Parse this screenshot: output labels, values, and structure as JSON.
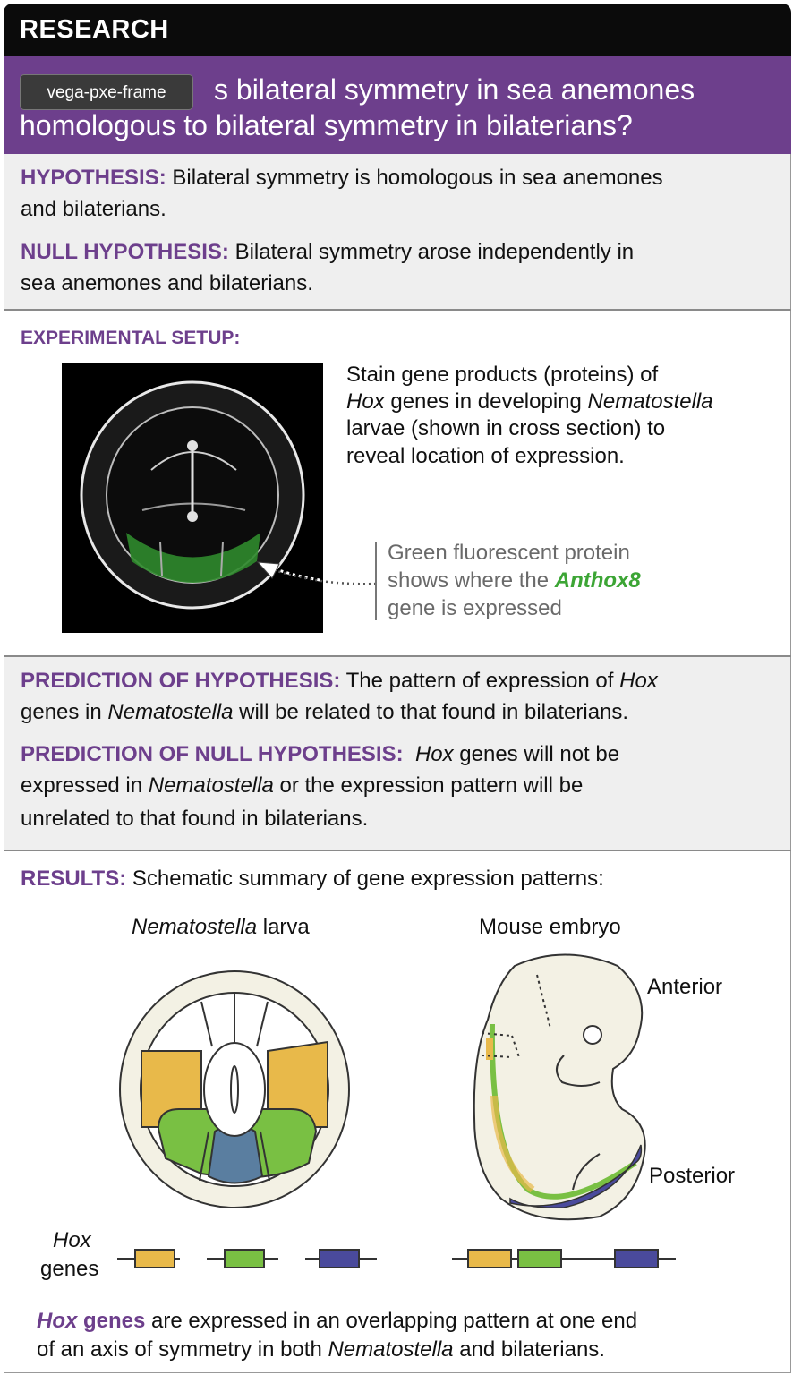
{
  "header": {
    "label": "RESEARCH",
    "frame_tag": "vega-pxe-frame",
    "title_line1": "s bilateral symmetry in sea anemones",
    "title_line2": "homologous to bilateral symmetry in bilaterians?"
  },
  "hypothesis": {
    "label": "HYPOTHESIS:",
    "text_line1": " Bilateral symmetry is homologous in sea anemones",
    "text_line2": "and bilaterians.",
    "null_label": "NULL HYPOTHESIS:",
    "null_line1": " Bilateral symmetry arose independently in",
    "null_line2": "sea anemones and bilaterians."
  },
  "setup": {
    "label": "EXPERIMENTAL SETUP:",
    "line1": "Stain gene products (proteins) of",
    "line2_pre": "Hox",
    "line2_mid": " genes in developing ",
    "line2_em": "Nematostella",
    "line3": "larvae (shown in cross section) to",
    "line4": "reveal location of expression.",
    "caption_line1": "Green fluorescent protein",
    "caption_line2_pre": "shows where the ",
    "caption_gene": "Anthox8",
    "caption_line3": "gene is expressed"
  },
  "prediction": {
    "label": "PREDICTION OF HYPOTHESIS:",
    "line1_a": " The pattern of expression of ",
    "line1_em": "Hox",
    "line2_a": "genes in ",
    "line2_em": "Nematostella",
    "line2_b": " will be related to that found in bilaterians.",
    "null_label": "PREDICTION OF NULL HYPOTHESIS:",
    "null_line1_em": "Hox",
    "null_line1_b": " genes will not be",
    "null_line2_a": "expressed in ",
    "null_line2_em": "Nematostella",
    "null_line2_b": " or the expression pattern will be",
    "null_line3": "unrelated to that found in bilaterians."
  },
  "results": {
    "label": "RESULTS:",
    "text": " Schematic summary of gene expression patterns:",
    "larva_title_em": "Nematostella",
    "larva_title_b": " larva",
    "mouse_title": "Mouse embryo",
    "anterior": "Anterior",
    "posterior": "Posterior",
    "hox_label_1": "Hox",
    "hox_label_2": "genes",
    "conclusion_bold": "Hox genes",
    "conclusion_line1": " are expressed in an overlapping pattern at one end",
    "conclusion_line2_a": "of an axis of symmetry in both ",
    "conclusion_line2_em": "Nematostella",
    "conclusion_line2_b": " and bilaterians."
  },
  "colors": {
    "purple": "#6d3f8c",
    "yellow": "#e8b94a",
    "green": "#79c043",
    "blue": "#4a4a9c",
    "gray_blue": "#5a7ea0"
  }
}
